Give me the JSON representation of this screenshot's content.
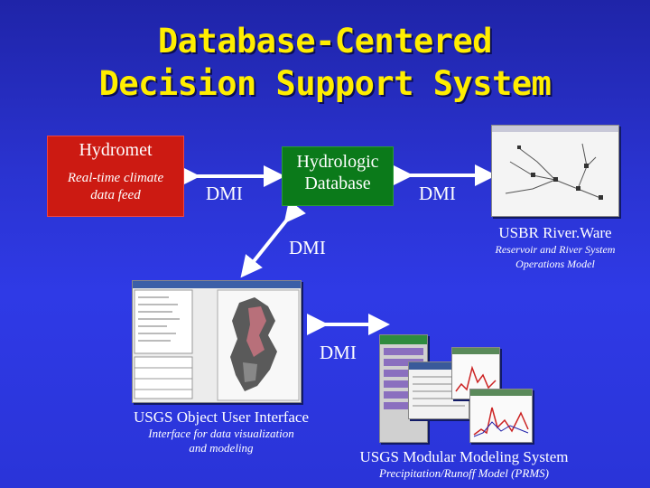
{
  "title": {
    "line1": "Database-Centered",
    "line2": "Decision Support System"
  },
  "hydromet": {
    "name": "Hydromet",
    "desc_line1": "Real-time climate",
    "desc_line2": "data feed"
  },
  "database": {
    "line1": "Hydrologic",
    "line2": "Database"
  },
  "connectors": {
    "dmi_left": "DMI",
    "dmi_right": "DMI",
    "dmi_lower": "DMI",
    "dmi_center": "DMI"
  },
  "riverware": {
    "name": "USBR River.Ware",
    "desc_line1": "Reservoir and River System",
    "desc_line2": "Operations Model"
  },
  "oui": {
    "name": "USGS Object User Interface",
    "desc_line1": "Interface for data visualization",
    "desc_line2": "and modeling"
  },
  "mms": {
    "name": "USGS Modular Modeling System",
    "desc": "Precipitation/Runoff Model (PRMS)"
  },
  "colors": {
    "title": "#ffee00",
    "hydromet_box": "#cc1a12",
    "database_box": "#0b7a1a",
    "arrow": "#ffffff"
  }
}
